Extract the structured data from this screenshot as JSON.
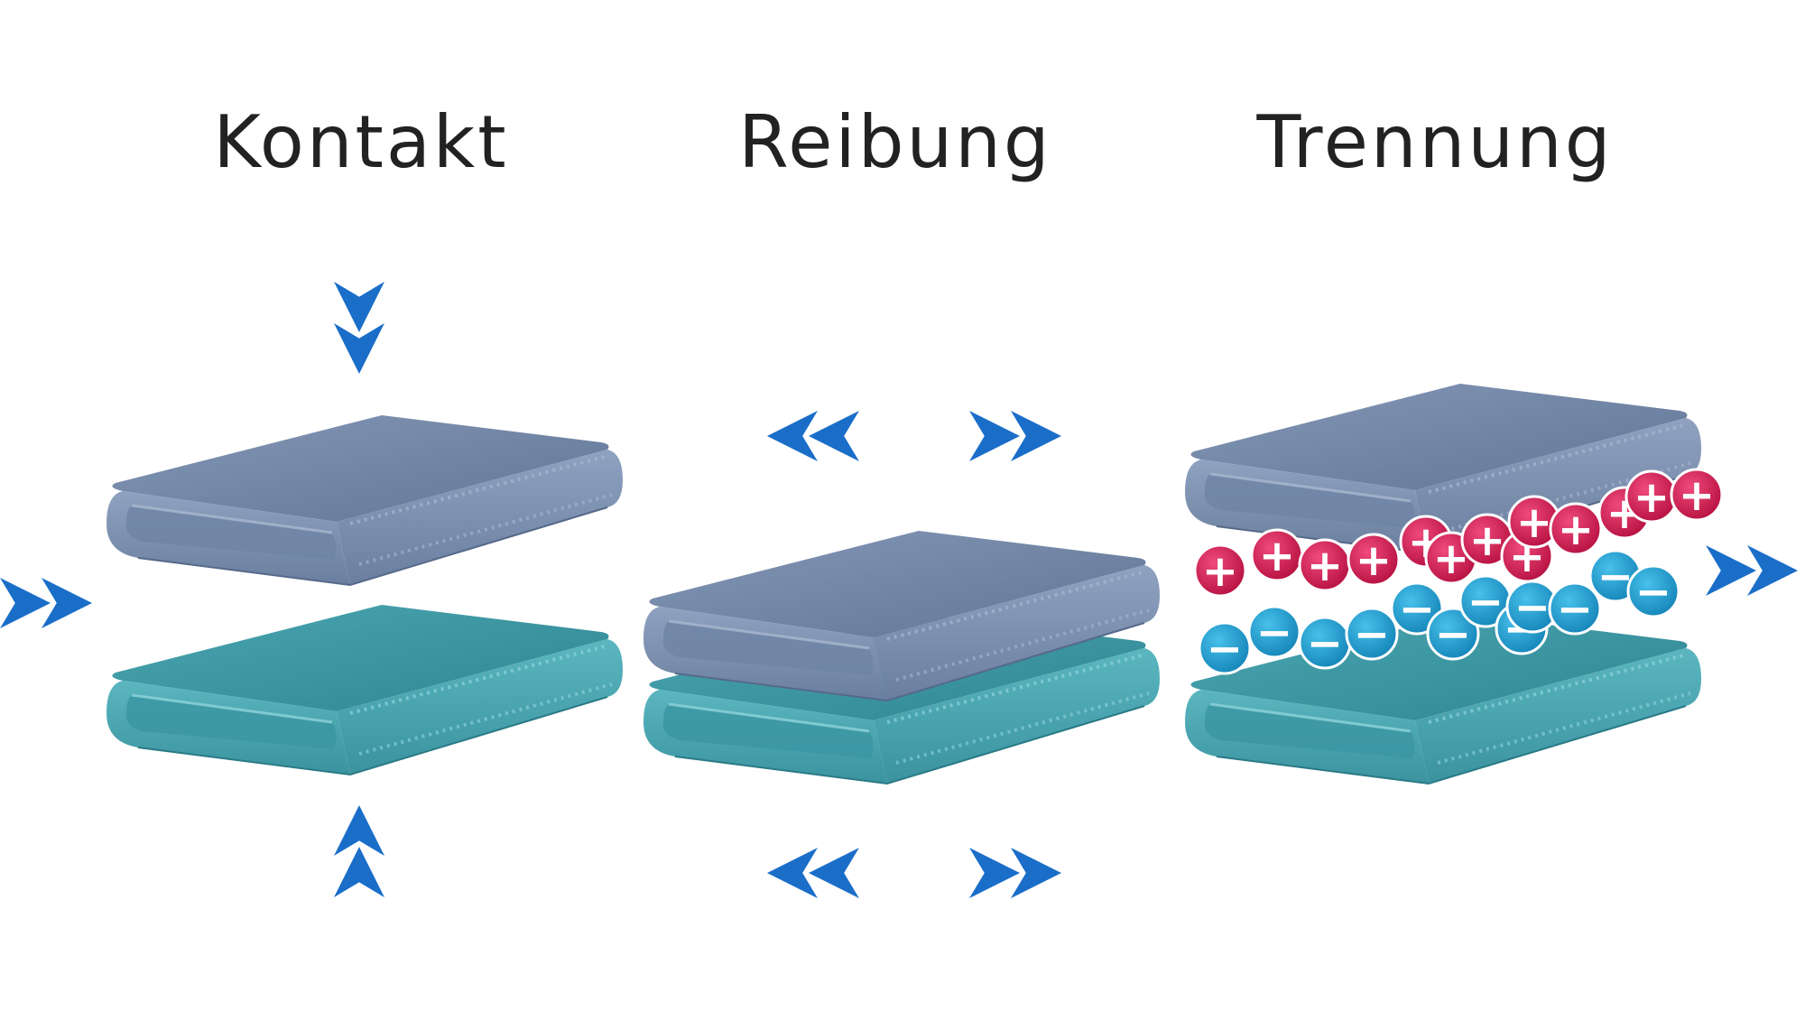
{
  "stages": [
    {
      "title": "Kontakt"
    },
    {
      "title": "Reibung"
    },
    {
      "title": "Trennung"
    }
  ],
  "charges": {
    "positive_symbol": "+",
    "negative_symbol": "−",
    "positive_color": "#d01a55",
    "negative_color": "#1a9ed0"
  },
  "colors": {
    "upper_plate": "#6e82a3",
    "lower_plate": "#3d9aa6",
    "arrow": "#1a6ec8"
  },
  "icons": [
    "chevron-down-icon",
    "chevron-up-icon",
    "chevron-left-icon",
    "chevron-right-icon"
  ]
}
